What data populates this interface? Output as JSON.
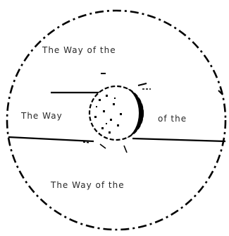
{
  "labels": {
    "top": "The Way of the",
    "left": "The Way",
    "right": "of the",
    "bottom": "The Way of the"
  },
  "colors": {
    "ink": "#000000",
    "paper": "#ffffff"
  }
}
